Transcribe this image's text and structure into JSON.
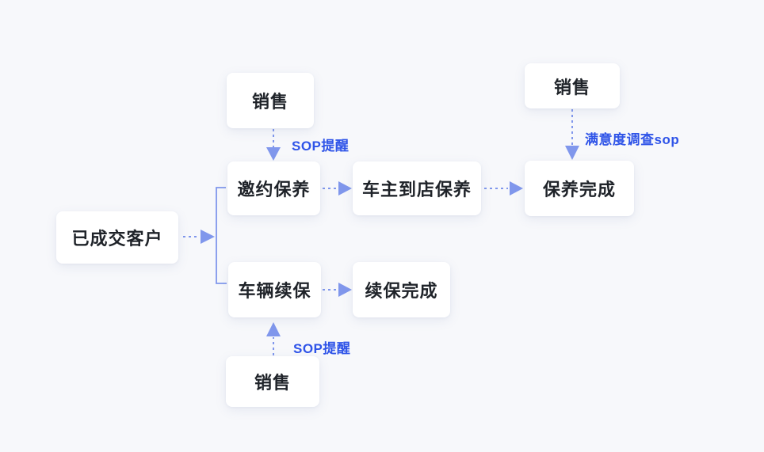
{
  "diagram": {
    "colors": {
      "background": "#f7f8fb",
      "node_background": "#ffffff",
      "node_text": "#1f2329",
      "connector": "#8097ec",
      "edge_label_text": "#2f54e8"
    },
    "nodes": [
      {
        "id": "sales-top",
        "label": "销售"
      },
      {
        "id": "invite-maintenance",
        "label": "邀约保养"
      },
      {
        "id": "owner-store-maintenance",
        "label": "车主到店保养"
      },
      {
        "id": "maintenance-complete",
        "label": "保养完成"
      },
      {
        "id": "sales-right",
        "label": "销售"
      },
      {
        "id": "closed-customer",
        "label": "已成交客户"
      },
      {
        "id": "vehicle-renewal",
        "label": "车辆续保"
      },
      {
        "id": "renewal-complete",
        "label": "续保完成"
      },
      {
        "id": "sales-bottom",
        "label": "销售"
      }
    ],
    "edge_labels": [
      {
        "id": "sop-reminder-top",
        "label": "SOP提醒"
      },
      {
        "id": "satisfaction-survey-sop",
        "label": "满意度调查sop"
      },
      {
        "id": "sop-reminder-bottom",
        "label": "SOP提醒"
      }
    ]
  }
}
